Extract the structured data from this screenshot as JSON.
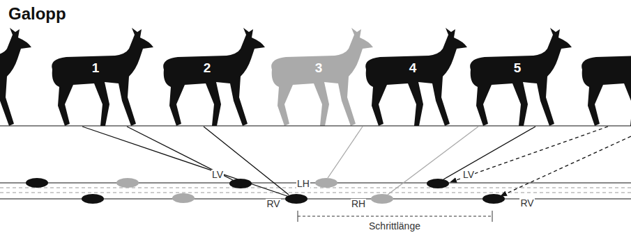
{
  "diagram": {
    "title": "Galopp",
    "labels": [
      "1",
      "2",
      "3",
      "4",
      "5",
      "LV",
      "LH",
      "RV",
      "RH",
      "LV",
      "RV",
      "Schrittlänge"
    ]
  }
}
